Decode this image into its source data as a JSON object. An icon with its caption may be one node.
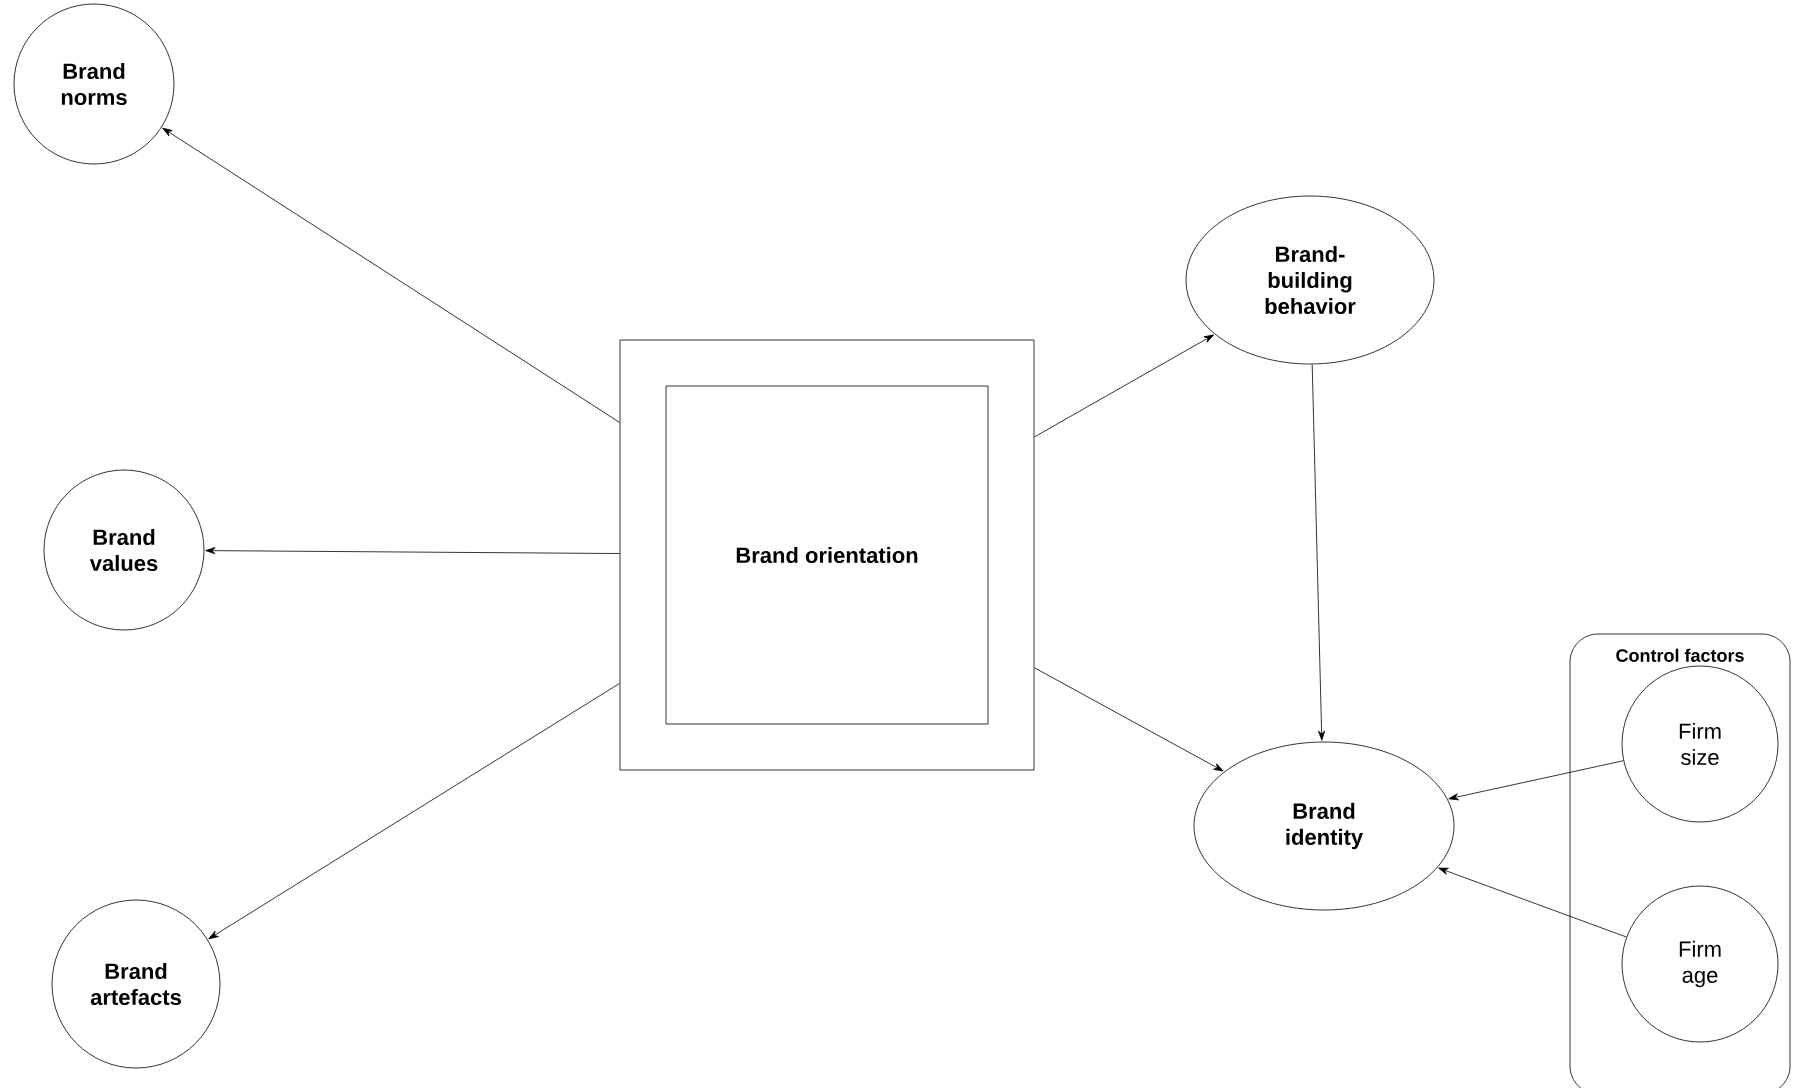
{
  "diagram": {
    "nodes": [
      {
        "text": [
          "Brand norms"
        ]
      },
      {
        "text": [
          "Brand values"
        ]
      },
      {
        "text": [
          "Brand artefacts"
        ]
      },
      {
        "text": [],
        "shape": "box"
      },
      {
        "text": [
          "Brand orientation"
        ],
        "in": 3
      },
      {
        "text": [
          "Brand-building behavior"
        ]
      },
      {
        "text": [
          "Control factors"
        ]
      },
      {
        "text": [
          "Firm size"
        ],
        "in": 6
      },
      {
        "text": [
          "Firm age"
        ],
        "in": 6
      },
      {
        "text": [
          "Brand identity"
        ]
      }
    ],
    "edges": [
      {
        "from": 3,
        "to": 0,
        "arrow": "to"
      },
      {
        "from": 3,
        "to": 1,
        "arrow": "to"
      },
      {
        "from": 3,
        "to": 2,
        "arrow": "to"
      },
      {
        "from": 3,
        "to": 5,
        "arrow": "to"
      },
      {
        "from": 3,
        "to": 9,
        "arrow": "to"
      },
      {
        "from": 5,
        "to": 9,
        "arrow": "to"
      },
      {
        "from": 7,
        "to": 9,
        "arrow": "to"
      },
      {
        "from": 8,
        "to": 9,
        "arrow": "to"
      }
    ]
  }
}
